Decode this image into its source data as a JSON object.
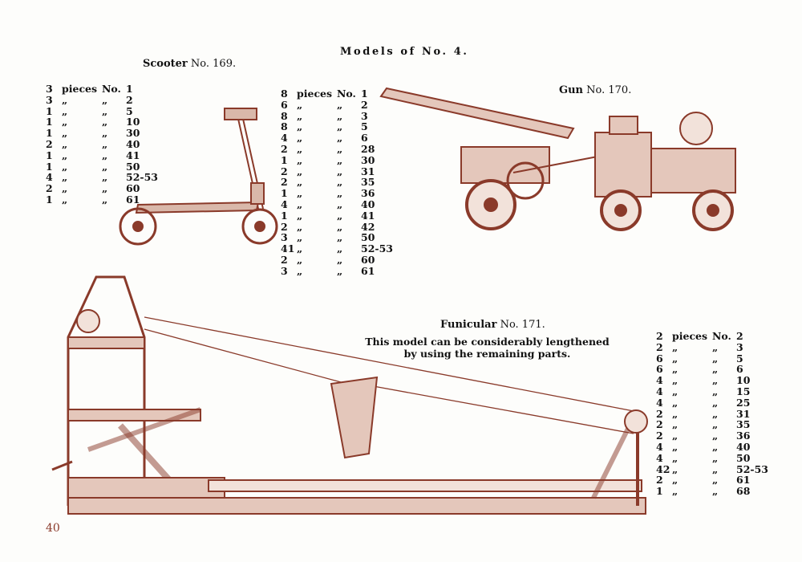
{
  "page_title": "Models of No. 4.",
  "page_number": "40",
  "ink_color": "#8a3a2a",
  "models": {
    "scooter": {
      "name": "Scooter",
      "number": "No. 169.",
      "parts": [
        {
          "qty": "3",
          "label": "pieces",
          "no": "No.",
          "part": "1"
        },
        {
          "qty": "3",
          "label": "„",
          "no": "„",
          "part": "2"
        },
        {
          "qty": "1",
          "label": "„",
          "no": "„",
          "part": "5"
        },
        {
          "qty": "1",
          "label": "„",
          "no": "„",
          "part": "10"
        },
        {
          "qty": "1",
          "label": "„",
          "no": "„",
          "part": "30"
        },
        {
          "qty": "2",
          "label": "„",
          "no": "„",
          "part": "40"
        },
        {
          "qty": "1",
          "label": "„",
          "no": "„",
          "part": "41"
        },
        {
          "qty": "1",
          "label": "„",
          "no": "„",
          "part": "50"
        },
        {
          "qty": "4",
          "label": "„",
          "no": "„",
          "part": "52-53"
        },
        {
          "qty": "2",
          "label": "„",
          "no": "„",
          "part": "60"
        },
        {
          "qty": "1",
          "label": "„",
          "no": "„",
          "part": "61"
        }
      ]
    },
    "gun": {
      "name": "Gun",
      "number": "No. 170.",
      "parts": [
        {
          "qty": "8",
          "label": "pieces",
          "no": "No.",
          "part": "1"
        },
        {
          "qty": "6",
          "label": "„",
          "no": "„",
          "part": "2"
        },
        {
          "qty": "8",
          "label": "„",
          "no": "„",
          "part": "3"
        },
        {
          "qty": "8",
          "label": "„",
          "no": "„",
          "part": "5"
        },
        {
          "qty": "4",
          "label": "„",
          "no": "„",
          "part": "6"
        },
        {
          "qty": "2",
          "label": "„",
          "no": "„",
          "part": "28"
        },
        {
          "qty": "1",
          "label": "„",
          "no": "„",
          "part": "30"
        },
        {
          "qty": "2",
          "label": "„",
          "no": "„",
          "part": "31"
        },
        {
          "qty": "2",
          "label": "„",
          "no": "„",
          "part": "35"
        },
        {
          "qty": "1",
          "label": "„",
          "no": "„",
          "part": "36"
        },
        {
          "qty": "4",
          "label": "„",
          "no": "„",
          "part": "40"
        },
        {
          "qty": "1",
          "label": "„",
          "no": "„",
          "part": "41"
        },
        {
          "qty": "2",
          "label": "„",
          "no": "„",
          "part": "42"
        },
        {
          "qty": "3",
          "label": "„",
          "no": "„",
          "part": "50"
        },
        {
          "qty": "41",
          "label": "„",
          "no": "„",
          "part": "52-53"
        },
        {
          "qty": "2",
          "label": "„",
          "no": "„",
          "part": "60"
        },
        {
          "qty": "3",
          "label": "„",
          "no": "„",
          "part": "61"
        }
      ]
    },
    "funicular": {
      "name": "Funicular",
      "number": "No. 171.",
      "description_line1": "This model can be considerably lengthened",
      "description_line2": "by using the remaining parts.",
      "parts": [
        {
          "qty": "2",
          "label": "pieces",
          "no": "No.",
          "part": "2"
        },
        {
          "qty": "2",
          "label": "„",
          "no": "„",
          "part": "3"
        },
        {
          "qty": "6",
          "label": "„",
          "no": "„",
          "part": "5"
        },
        {
          "qty": "6",
          "label": "„",
          "no": "„",
          "part": "6"
        },
        {
          "qty": "4",
          "label": "„",
          "no": "„",
          "part": "10"
        },
        {
          "qty": "4",
          "label": "„",
          "no": "„",
          "part": "15"
        },
        {
          "qty": "4",
          "label": "„",
          "no": "„",
          "part": "25"
        },
        {
          "qty": "2",
          "label": "„",
          "no": "„",
          "part": "31"
        },
        {
          "qty": "2",
          "label": "„",
          "no": "„",
          "part": "35"
        },
        {
          "qty": "2",
          "label": "„",
          "no": "„",
          "part": "36"
        },
        {
          "qty": "4",
          "label": "„",
          "no": "„",
          "part": "40"
        },
        {
          "qty": "4",
          "label": "„",
          "no": "„",
          "part": "50"
        },
        {
          "qty": "42",
          "label": "„",
          "no": "„",
          "part": "52-53"
        },
        {
          "qty": "2",
          "label": "„",
          "no": "„",
          "part": "61"
        },
        {
          "qty": "1",
          "label": "„",
          "no": "„",
          "part": "68"
        }
      ]
    }
  }
}
